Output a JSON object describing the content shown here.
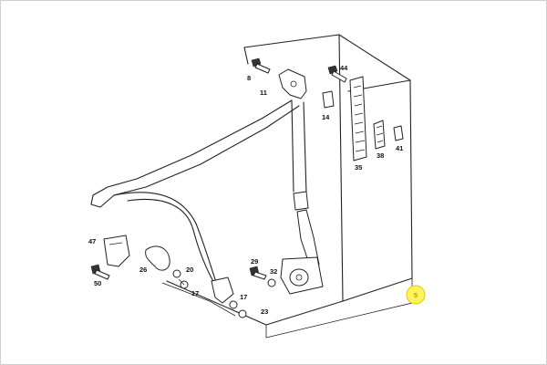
{
  "diagram": {
    "callouts": {
      "c8": "8",
      "c11": "11",
      "c44": "44",
      "c14": "14",
      "c35": "35",
      "c38": "38",
      "c41": "41",
      "c47": "47",
      "c26": "26",
      "c50": "50",
      "c20": "20",
      "c17a": "17",
      "c29": "29",
      "c32": "32",
      "c17b": "17",
      "c23": "23"
    },
    "hotspot_label": "5"
  },
  "colors": {
    "hotspot": "#fff35a",
    "line": "#222222"
  }
}
